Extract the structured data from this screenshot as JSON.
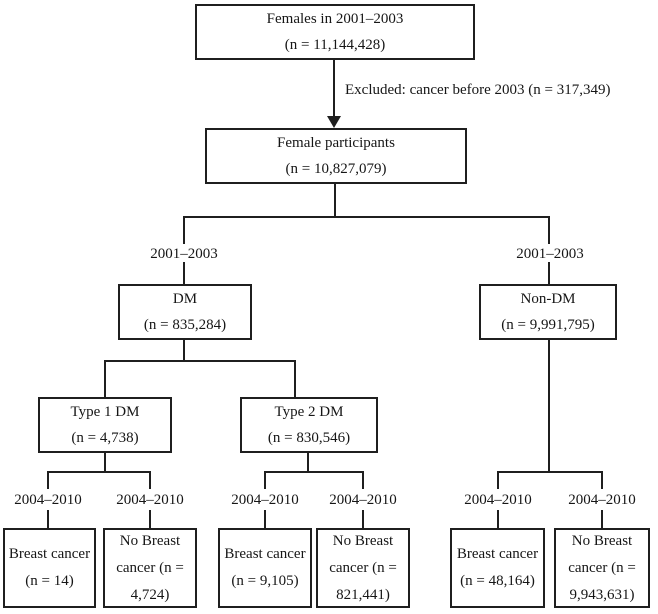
{
  "flowchart": {
    "nodes": {
      "females": {
        "line1": "Females in 2001–2003",
        "line2": "(n = 11,144,428)"
      },
      "participants": {
        "line1": "Female participants",
        "line2": "(n = 10,827,079)"
      },
      "dm": {
        "line1": "DM",
        "line2": "(n = 835,284)"
      },
      "non_dm": {
        "line1": "Non-DM",
        "line2": "(n = 9,991,795)"
      },
      "type1_dm": {
        "line1": "Type 1 DM",
        "line2": "(n = 4,738)"
      },
      "type2_dm": {
        "line1": "Type 2 DM",
        "line2": "(n = 830,546)"
      }
    },
    "excluded_label": "Excluded: cancer before 2003 (n = 317,349)",
    "period_labels": {
      "dm_branch": "2001–2003",
      "non_dm_branch": "2001–2003"
    },
    "followup_labels": [
      "2004–2010",
      "2004–2010",
      "2004–2010",
      "2004–2010",
      "2004–2010",
      "2004–2010"
    ],
    "outcomes": [
      {
        "lines": [
          "Breast cancer",
          "(n = 14)"
        ]
      },
      {
        "lines": [
          "No Breast",
          "cancer (n =",
          "4,724)"
        ]
      },
      {
        "lines": [
          "Breast cancer",
          "(n = 9,105)"
        ]
      },
      {
        "lines": [
          "No Breast",
          "cancer (n =",
          "821,441)"
        ]
      },
      {
        "lines": [
          "Breast cancer",
          "(n = 48,164)"
        ]
      },
      {
        "lines": [
          "No Breast",
          "cancer (n =",
          "9,943,631)"
        ]
      }
    ],
    "colors": {
      "ink": "#1f1f1f",
      "background": "#ffffff"
    }
  }
}
